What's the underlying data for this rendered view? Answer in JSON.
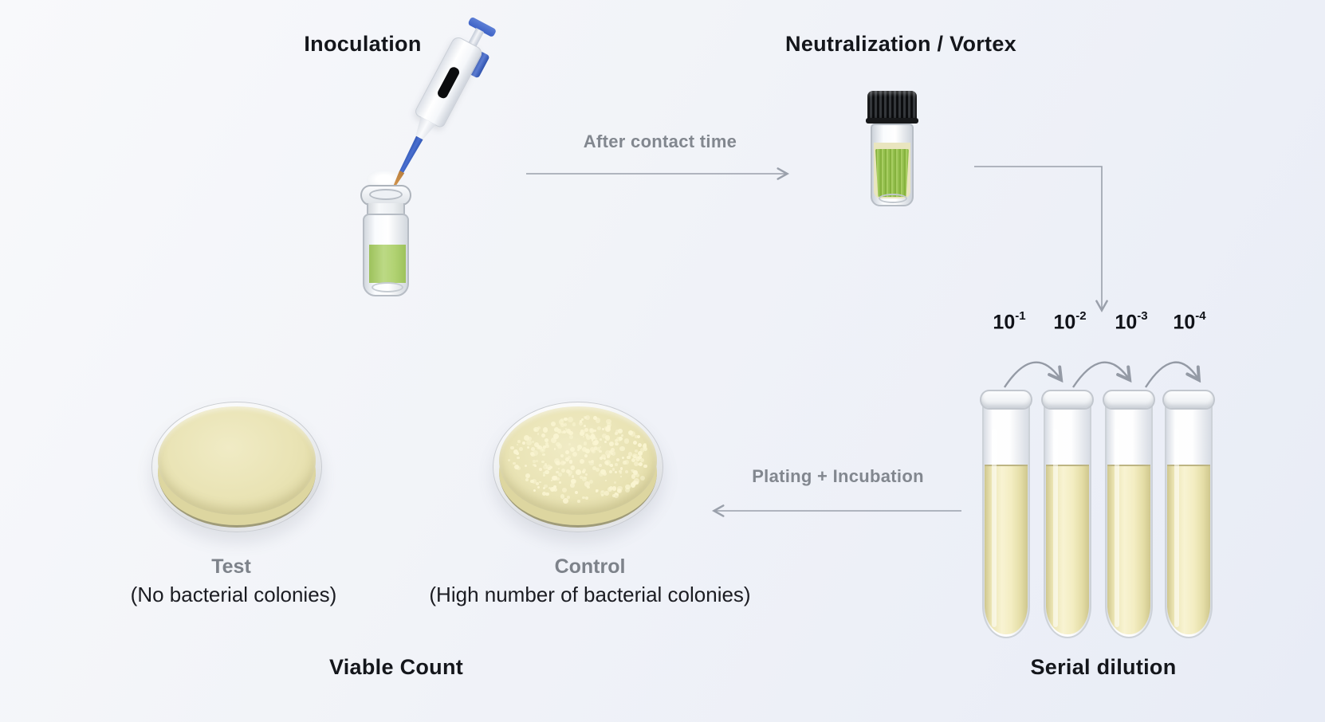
{
  "diagram": {
    "steps": {
      "inoculation": {
        "title": "Inoculation"
      },
      "neutralization": {
        "title": "Neutralization / Vortex"
      },
      "serial_dilution": {
        "title": "Serial dilution",
        "dilutions": [
          {
            "base": "10",
            "exp": "-1"
          },
          {
            "base": "10",
            "exp": "-2"
          },
          {
            "base": "10",
            "exp": "-3"
          },
          {
            "base": "10",
            "exp": "-4"
          }
        ]
      },
      "viable_count": {
        "title": "Viable Count",
        "plates": [
          {
            "name": "Test",
            "description": "(No bacterial colonies)"
          },
          {
            "name": "Control",
            "description": "(High number of bacterial colonies)"
          }
        ]
      }
    },
    "arrow_labels": {
      "after_contact": "After contact time",
      "plating": "Plating + Incubation"
    },
    "colors": {
      "background_start": "#f8f9fb",
      "background_end": "#e8ecf6",
      "title_text": "#14161b",
      "muted_text": "#82878f",
      "arrow": "#9aa0ab",
      "agar": "#e9e3b4",
      "colony": "#faf5d2",
      "tube_liquid": "#efe9bf",
      "sample_green": "#a9cf63",
      "pipette_blue": "#3d62c6",
      "pipette_tip_orange": "#d99a52",
      "cap_black": "#17181a"
    }
  }
}
